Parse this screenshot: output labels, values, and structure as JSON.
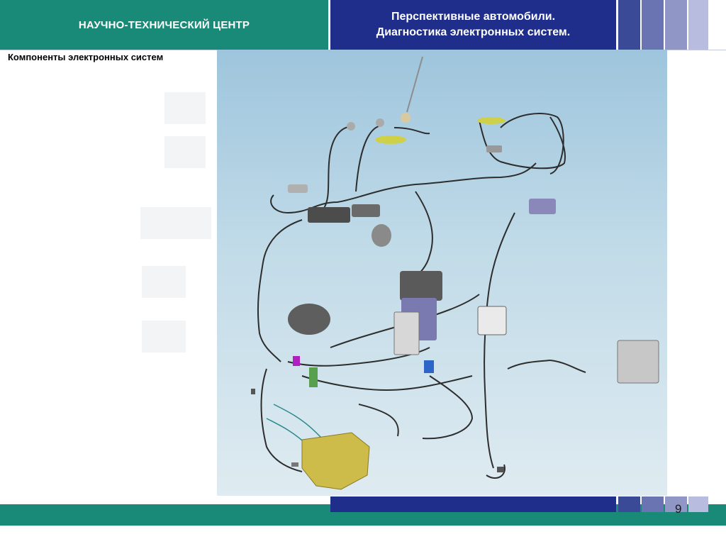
{
  "header": {
    "org_title": "НАУЧНО-ТЕХНИЧЕСКИЙ ЦЕНТР",
    "course_line1": "Перспективные автомобили.",
    "course_line2": "Диагностика электронных систем."
  },
  "slide": {
    "subtitle": "Компоненты электронных систем",
    "page_number": "9"
  },
  "colors": {
    "teal": "#1a8a78",
    "navy": "#1f2e8a",
    "strip_1": "#3b4a96",
    "strip_2": "#6a74b2",
    "strip_3": "#9097c6",
    "strip_4": "#b8bcde"
  },
  "image": {
    "subject": "vehicle-electrical-wiring-harness-icon"
  }
}
